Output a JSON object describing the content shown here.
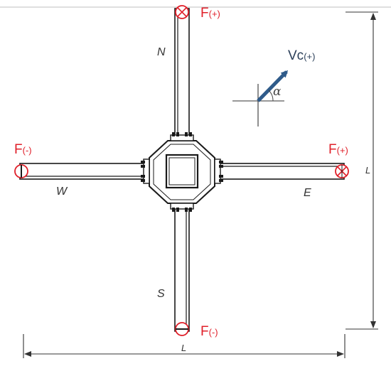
{
  "diagram": {
    "force_north": {
      "symbol": "F",
      "sign": "(+)"
    },
    "force_east": {
      "symbol": "F",
      "sign": "(+)"
    },
    "force_west": {
      "symbol": "F",
      "sign": "(-)"
    },
    "force_south": {
      "symbol": "F",
      "sign": "(-)"
    },
    "arm_labels": {
      "north": "N",
      "south": "S",
      "east": "E",
      "west": "W"
    },
    "velocity": {
      "symbol": "Vc",
      "sign": "(+)",
      "angle": "α"
    },
    "dimension_vertical": "L",
    "dimension_horizontal": "L",
    "colors": {
      "force_label": "#e0202a",
      "velocity_arrow": "#2f5b8a",
      "velocity_label": "#2b3f59",
      "structure": "#1a1a1a"
    }
  }
}
